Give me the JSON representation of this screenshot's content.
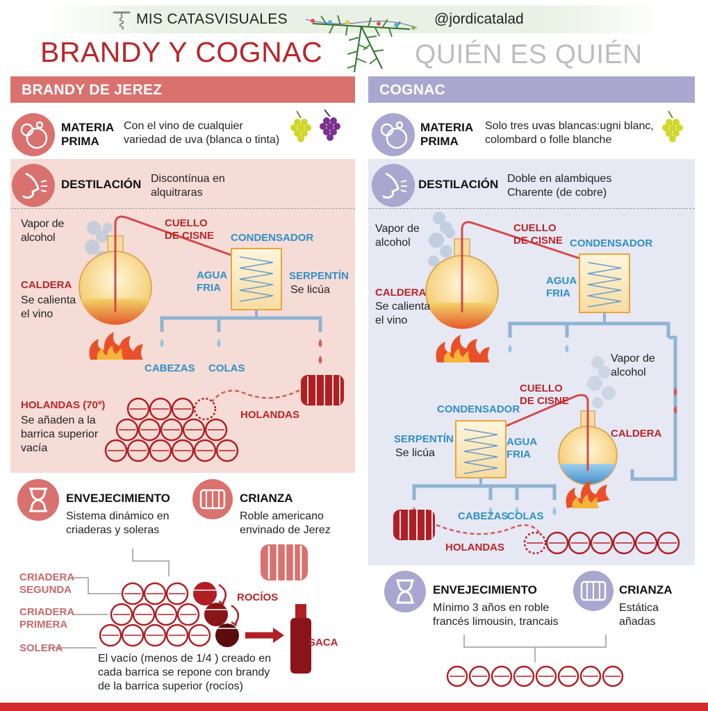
{
  "header": {
    "series": "MIS CATASVISUALES",
    "handle": "@jordicatalad",
    "title": "BRANDY Y COGNAC",
    "subtitle": "QUIÉN ES QUIÉN"
  },
  "brandy": {
    "heading": "BRANDY DE JEREZ",
    "materia_label": "MATERIA PRIMA",
    "materia_text": "Con el vino de cualquier variedad de uva (blanca o tinta)",
    "destilacion_label": "DESTILACIÓN",
    "destilacion_text": "Discontínua en alquitraras",
    "vapor": "Vapor de alcohol",
    "cuello": "CUELLO DE CISNE",
    "condensador": "CONDENSADOR",
    "agua": "AGUA FRIA",
    "serpentin": "SERPENTÍN",
    "serpentin_text": "Se licúa",
    "caldera": "CALDERA",
    "caldera_text": "Se calienta el vino",
    "cabezas": "CABEZAS",
    "colas": "COLAS",
    "holandas_label": "HOLANDAS (70º)",
    "holandas_text": "Se añaden a la barrica superior vacía",
    "holandas": "HOLANDAS",
    "envejecimiento_label": "ENVEJECIMIENTO",
    "envejecimiento_text": "Sistema dinámico en criaderas y soleras",
    "crianza_label": "CRIANZA",
    "crianza_text": "Roble americano envinado de Jerez",
    "criadera_segunda": "CRIADERA SEGUNDA",
    "criadera_primera": "CRIADERA PRIMERA",
    "solera": "SOLERA",
    "rocios": "ROCÍOS",
    "saca": "SACA",
    "vacio_text": "El vacío (menos de 1/4 ) creado en cada barrica se repone con brandy de la barrica superior (rocíos)"
  },
  "cognac": {
    "heading": "COGNAC",
    "materia_label": "MATERIA PRIMA",
    "materia_text": "Solo tres uvas blancas:ugni blanc, colombard o folle blanche",
    "destilacion_label": "DESTILACIÓN",
    "destilacion_text": "Doble en alambiques Charente (de cobre)",
    "vapor": "Vapor de alcohol",
    "cuello": "CUELLO DE CISNE",
    "condensador": "CONDENSADOR",
    "agua": "AGUA FRIA",
    "caldera": "CALDERA",
    "caldera_text": "Se calienta el vino",
    "vapor2": "Vapor de alcohol",
    "cuello2": "CUELLO DE CISNE",
    "condensador2": "CONDENSADOR",
    "serpentin": "SERPENTÍN",
    "serpentin_text": "Se licúa",
    "agua2": "AGUA FRIA",
    "caldera2": "CALDERA",
    "cabezas": "CABEZAS",
    "colas": "COLAS",
    "holandas": "HOLANDAS",
    "envejecimiento_label": "ENVEJECIMIENTO",
    "envejecimiento_text": "Mínimo 3 años en roble francés limousin, trancais",
    "crianza_label": "CRIANZA",
    "crianza_text": "Estática añadas"
  },
  "colors": {
    "brandy_accent": "#d9716e",
    "brandy_panel": "#f6dcd6",
    "cognac_accent": "#a9a6cf",
    "cognac_panel": "#e6e8f3",
    "title_red": "#b8262a",
    "label_blue": "#2f8fc6",
    "barrel_red": "#b01f24"
  }
}
